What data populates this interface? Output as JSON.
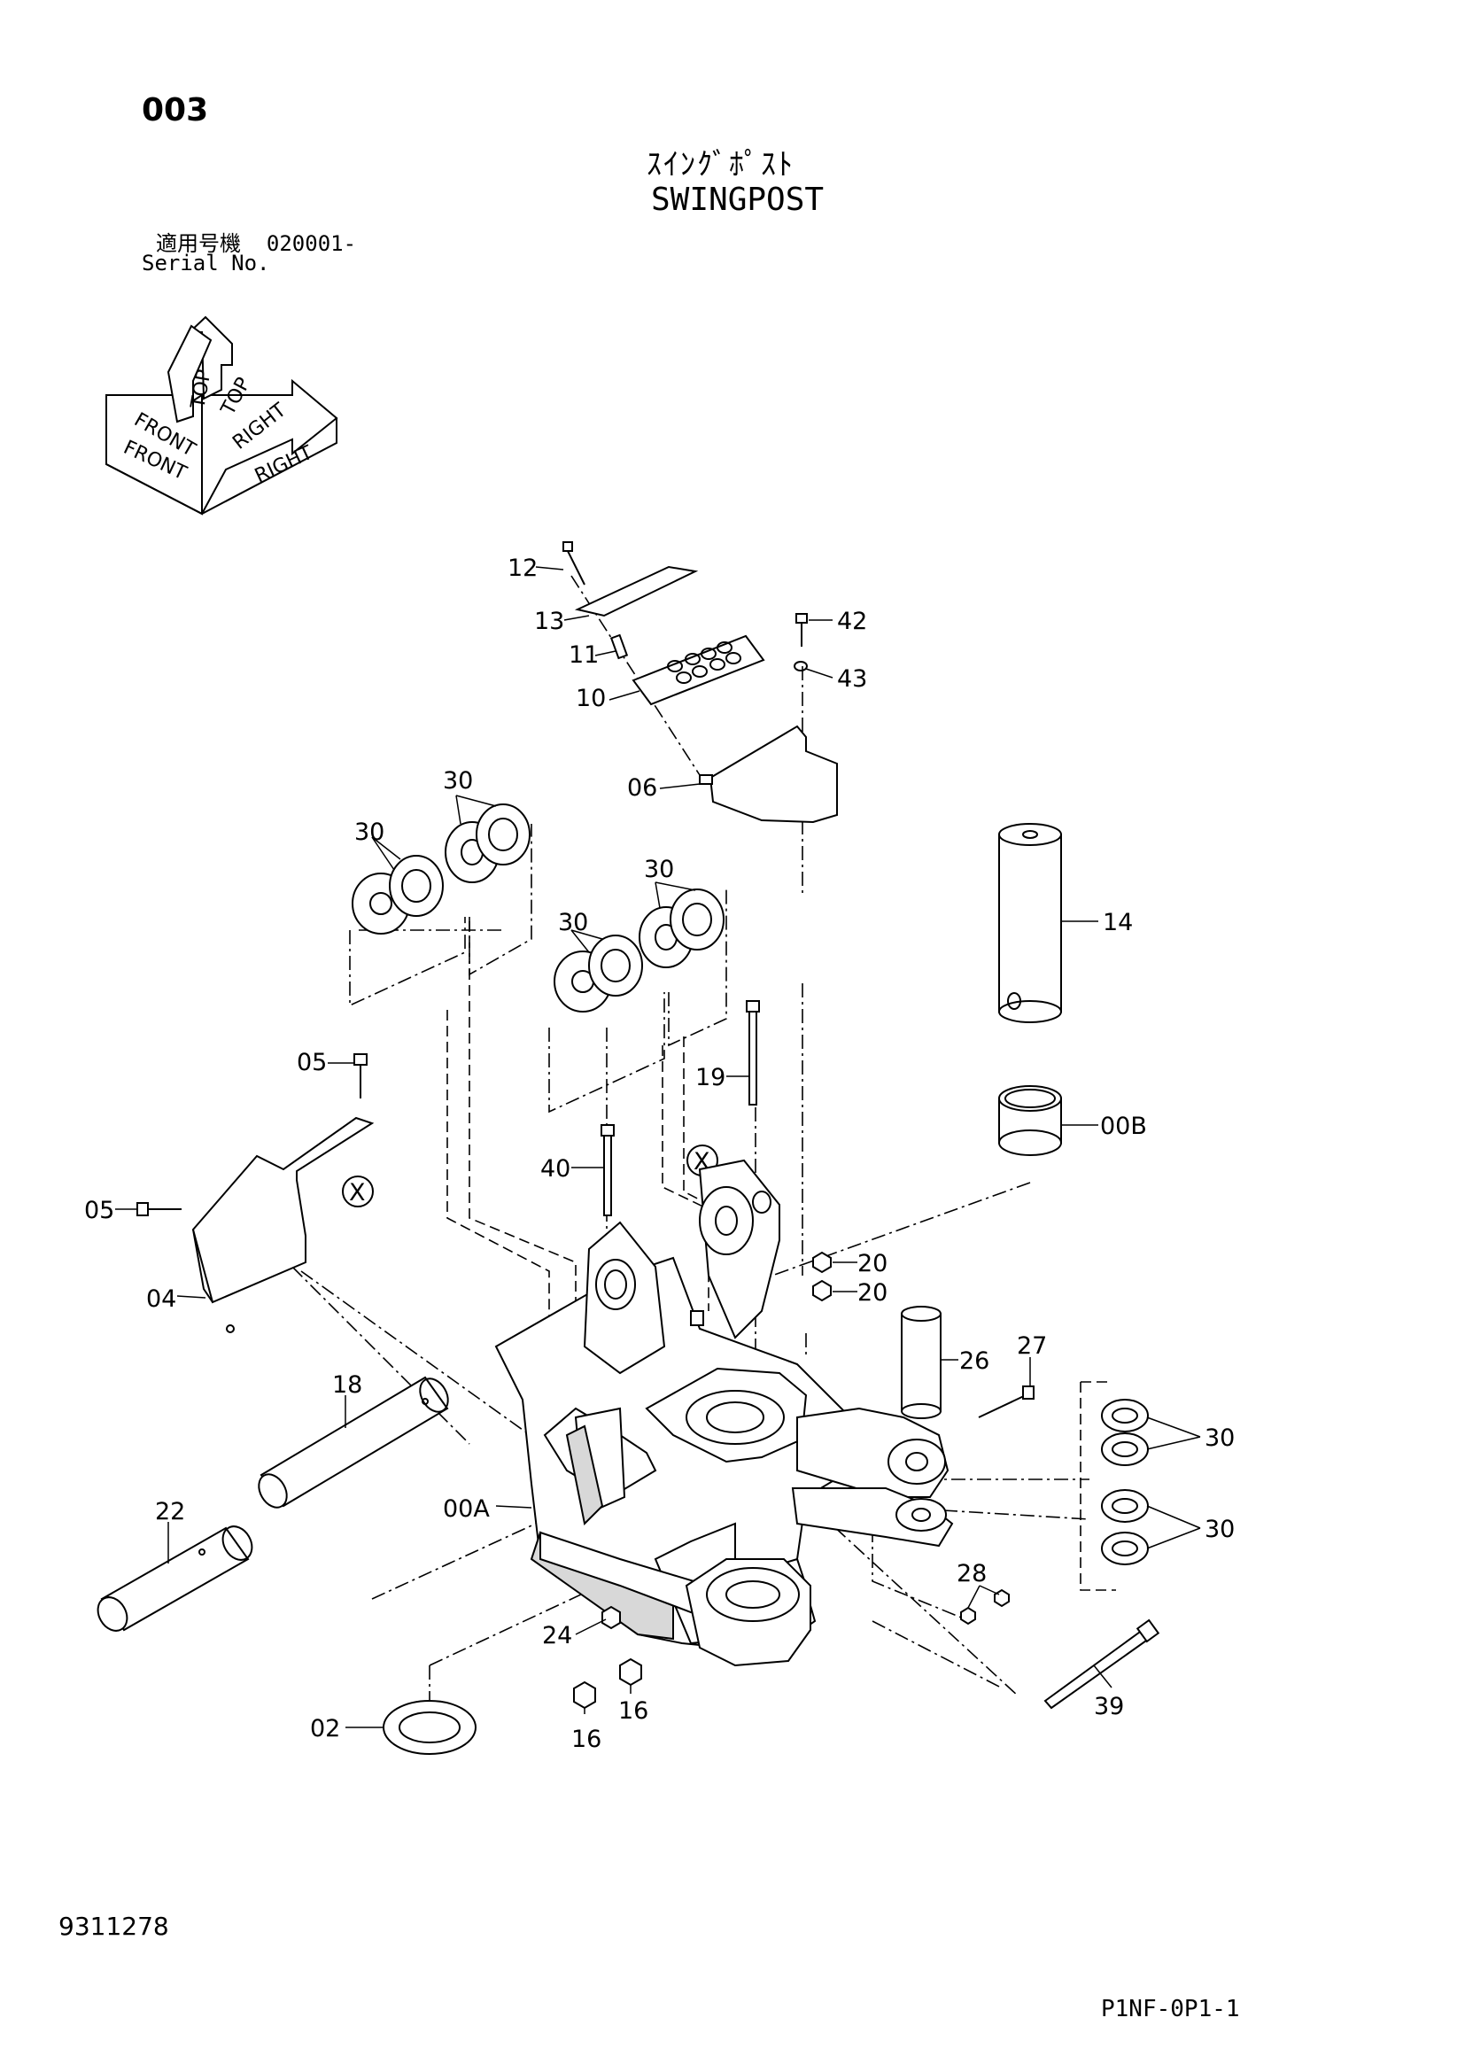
{
  "header": {
    "page_code": "003",
    "title_jp": "ｽｲﾝｸﾞﾎﾟｽﾄ",
    "title_en": "SWINGPOST",
    "serial_label_jp": "適用号機",
    "serial_range": "020001-",
    "serial_label_en": "Serial No."
  },
  "orientation": {
    "top": "TOP",
    "front": "FRONT",
    "right": "RIGHT"
  },
  "callouts": {
    "c12": "12",
    "c13": "13",
    "c11": "11",
    "c10": "10",
    "c42": "42",
    "c43": "43",
    "c06": "06",
    "c30a": "30",
    "c30b": "30",
    "c30c": "30",
    "c30d": "30",
    "c30e": "30",
    "c30f": "30",
    "c14": "14",
    "c05a": "05",
    "c05b": "05",
    "c19": "19",
    "c00B": "00B",
    "c40": "40",
    "c04": "04",
    "c20a": "20",
    "c20b": "20",
    "c18": "18",
    "c26": "26",
    "c27": "27",
    "c22": "22",
    "c00A": "00A",
    "c28": "28",
    "c24": "24",
    "c16a": "16",
    "c16b": "16",
    "c02": "02",
    "c39": "39",
    "xa": "X",
    "xb": "X"
  },
  "footer": {
    "drawing_number": "9311278",
    "sheet_code": "P1NF-0P1-1"
  }
}
